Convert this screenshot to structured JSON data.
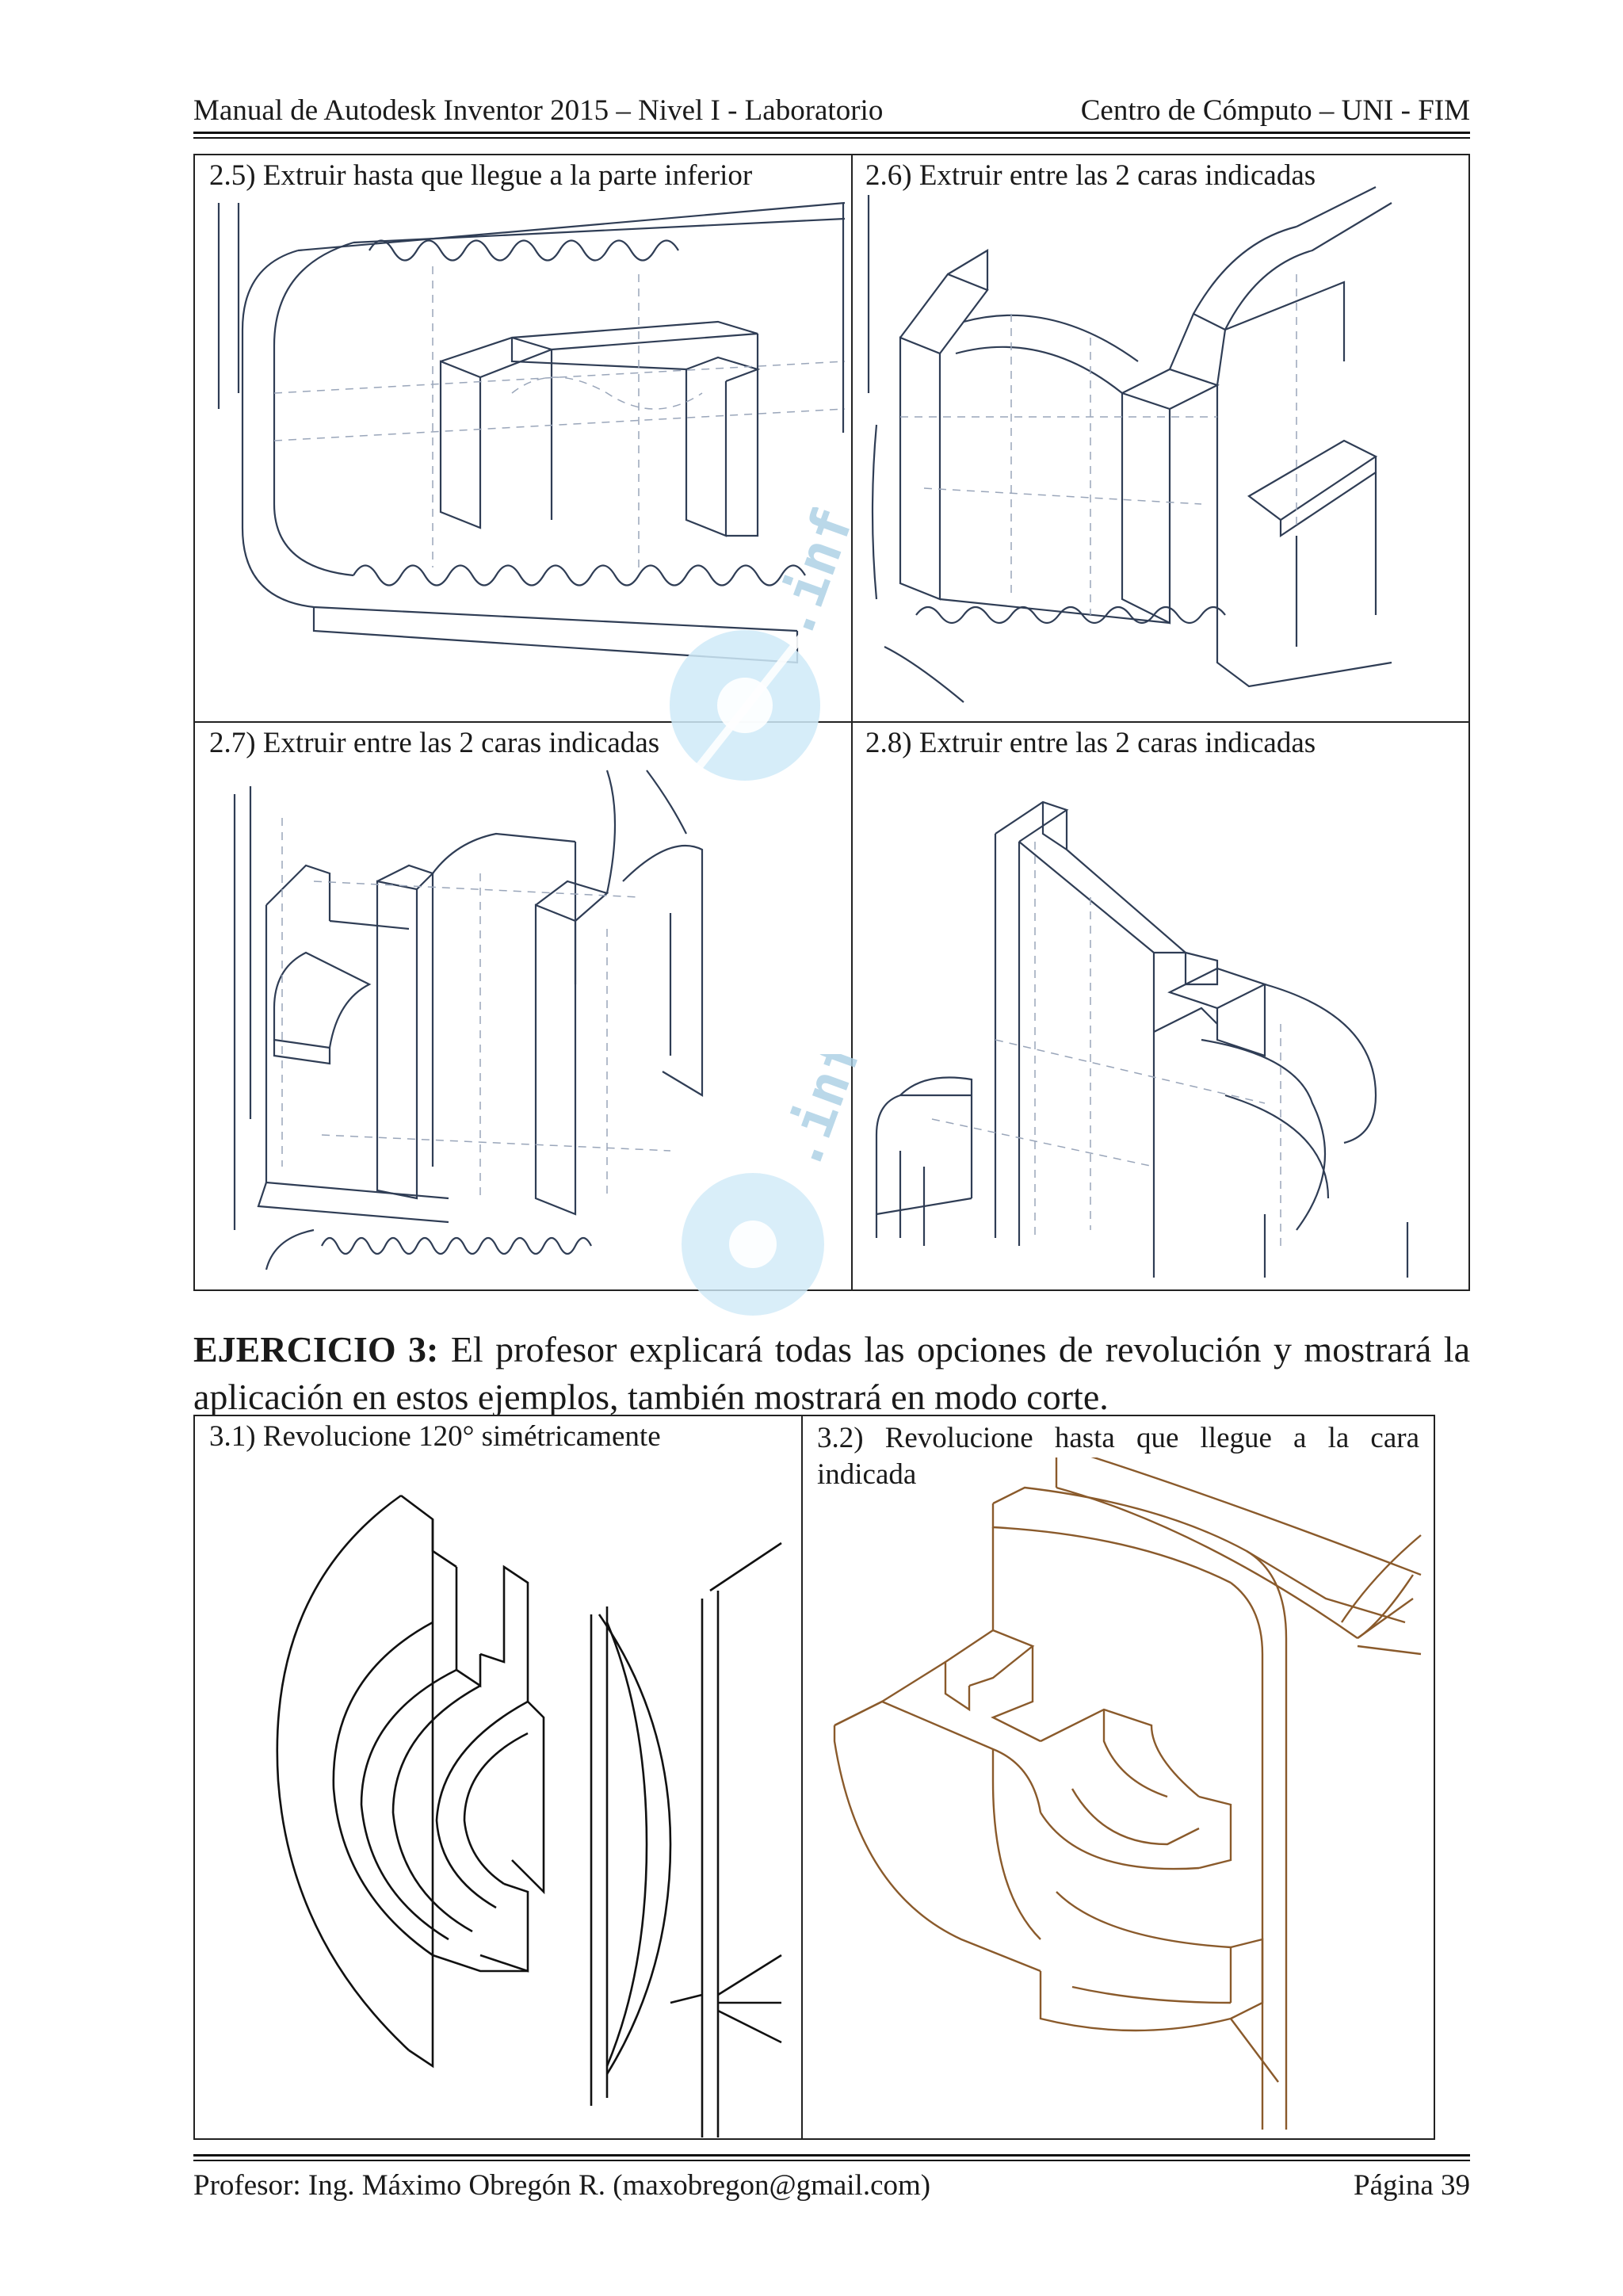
{
  "header": {
    "left": "Manual de Autodesk Inventor 2015 – Nivel I - Laboratorio",
    "right": "Centro de Cómputo – UNI - FIM"
  },
  "panels": {
    "p25": "2.5) Extruir hasta que llegue a la parte inferior",
    "p26": "2.6) Extruir entre las 2 caras indicadas",
    "p27": "2.7) Extruir entre las 2 caras indicadas",
    "p28": "2.8) Extruir entre las 2 caras indicadas"
  },
  "exercise3": {
    "label": "EJERCICIO 3:",
    "text": " El profesor explicará todas las opciones de revolución y mostrará la aplicación en estos ejemplos, también mostrará en modo corte."
  },
  "panels3": {
    "p31": "3.1) Revolucione 120° simétricamente",
    "p32_line1": "3.2) Revolucione hasta que llegue a la cara",
    "p32_line2": "indicada"
  },
  "watermark": ".inf",
  "footer": {
    "left": "Profesor: Ing. Máximo Obregón R. (maxobregon@gmail.com)",
    "right": "Página 39"
  },
  "colors": {
    "line": "#2f3d55",
    "line_brown": "#8a5a2b",
    "watermark": "#bfe3f5"
  }
}
